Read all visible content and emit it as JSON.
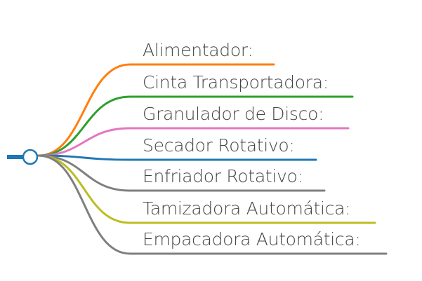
{
  "root": {
    "color": "#1f77b4"
  },
  "branches": [
    {
      "label": "Alimentador:",
      "color": "#ff7f0e"
    },
    {
      "label": "Cinta Transportadora:",
      "color": "#2ca02c"
    },
    {
      "label": "Granulador de Disco:",
      "color": "#e377c2"
    },
    {
      "label": "Secador Rotativo:",
      "color": "#1f77b4"
    },
    {
      "label": "Enfriador Rotativo:",
      "color": "#7f7f7f"
    },
    {
      "label": "Tamizadora Automática:",
      "color": "#bcbd22"
    },
    {
      "label": "Empacadora Automática:",
      "color": "#7f7f7f"
    }
  ]
}
